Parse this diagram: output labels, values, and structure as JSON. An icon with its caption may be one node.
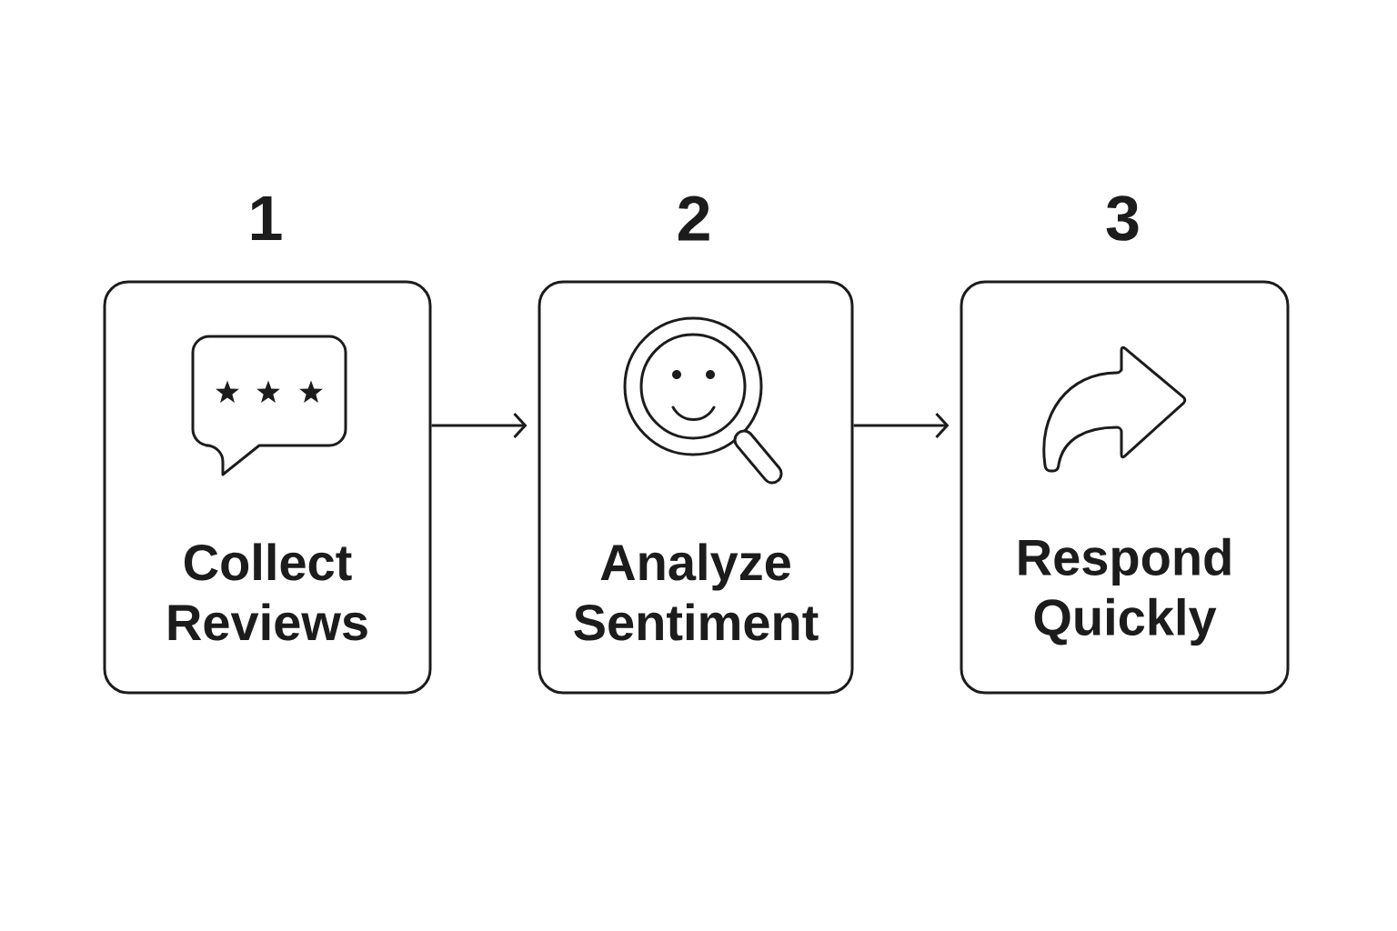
{
  "diagram": {
    "nodes": [
      {
        "text": [
          "1",
          "Collect Reviews"
        ]
      },
      {
        "text": [
          "2",
          "Analyze Sentiment"
        ]
      },
      {
        "text": [
          "3",
          "Respond Quickly"
        ]
      }
    ],
    "edges": [
      {
        "from": 0,
        "to": 1,
        "arrow": "to"
      },
      {
        "from": 1,
        "to": 2,
        "arrow": "to"
      }
    ]
  }
}
